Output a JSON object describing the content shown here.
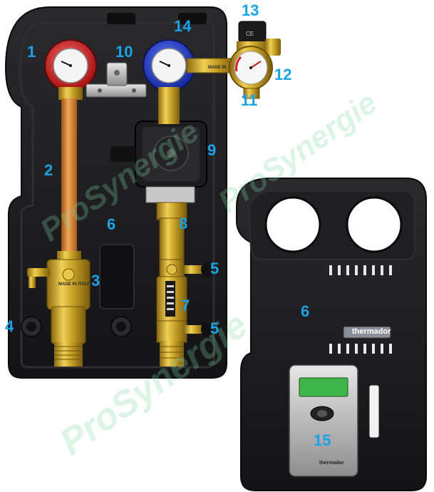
{
  "diagram": {
    "callouts": {
      "c1": "1",
      "c2": "2",
      "c3": "3",
      "c4": "4",
      "c5a": "5",
      "c5b": "5",
      "c6a": "6",
      "c6b": "6",
      "c7": "7",
      "c8": "8",
      "c9": "9",
      "c10": "10",
      "c11": "11",
      "c12": "12",
      "c13": "13",
      "c14": "14",
      "c15": "15"
    },
    "brand_label": "thermador",
    "panel_brand_small": "thermador",
    "valve_marking": "MADE IN ITALY",
    "arm_marking": "MADE IN",
    "watermark": "ProSynergie"
  },
  "colors": {
    "shell": "#1c1c1e",
    "brass": "#c9a227",
    "copper_pipe": "#d98a3a",
    "hot_gauge": "#d81e1e",
    "cold_gauge": "#1f3fd8",
    "callout": "#1aa3e6",
    "lcd": "#3fb54a"
  }
}
